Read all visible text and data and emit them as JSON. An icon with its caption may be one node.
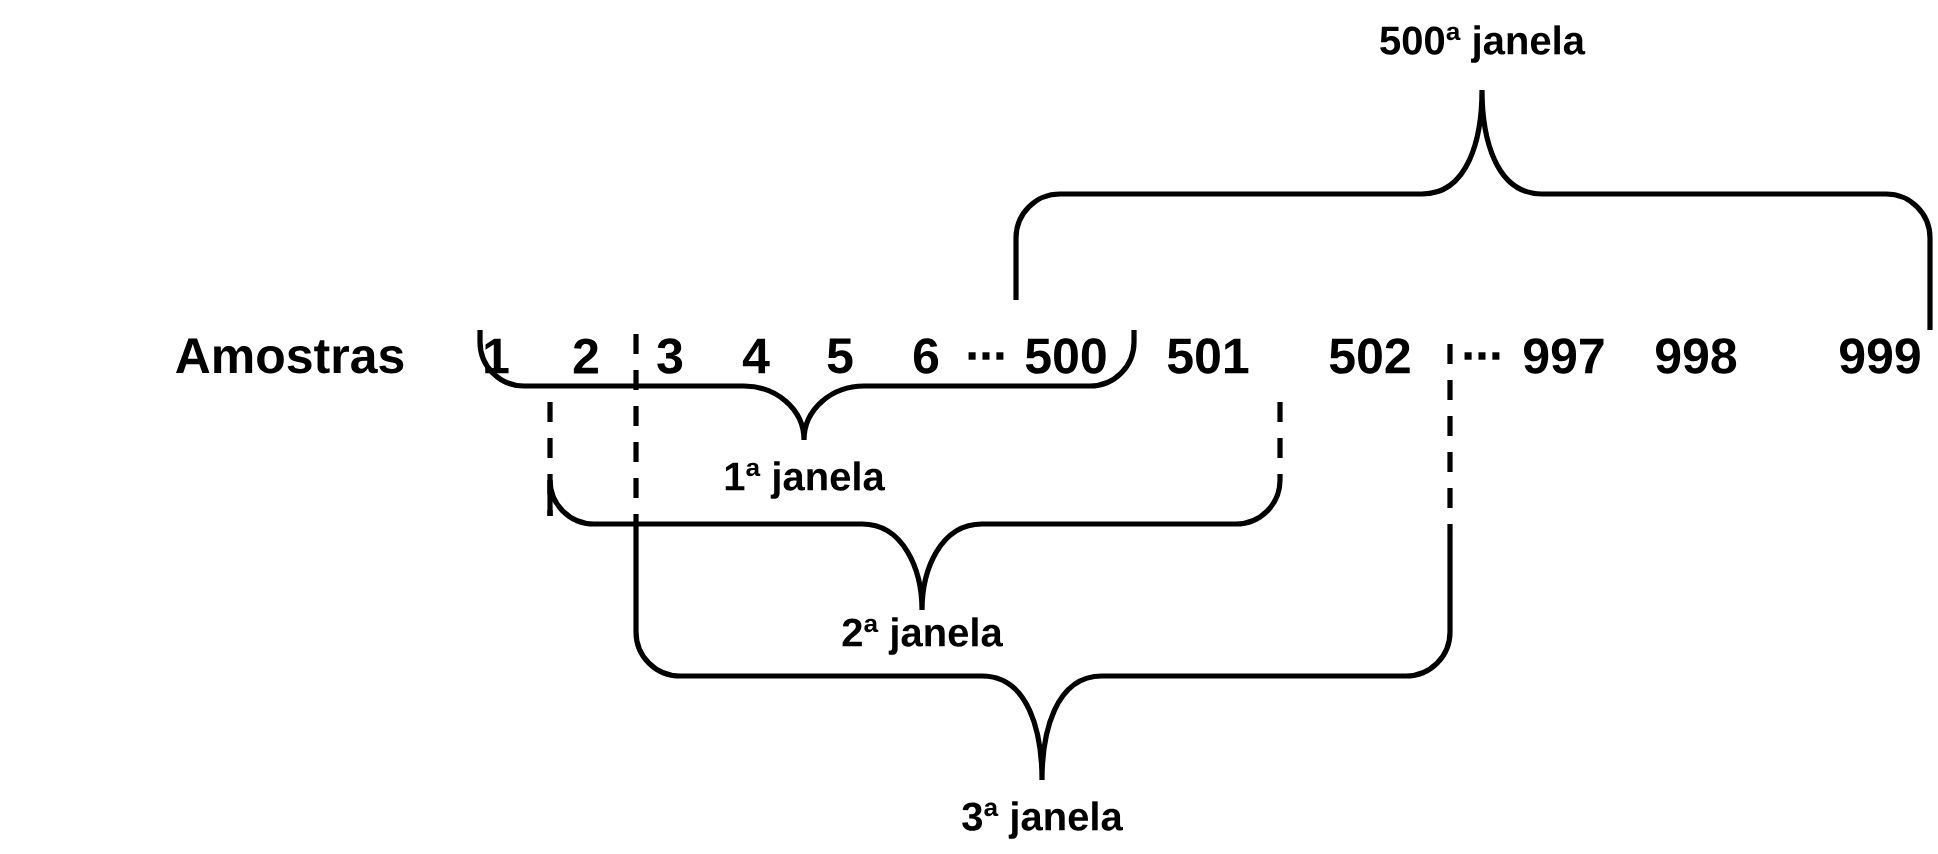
{
  "diagram": {
    "labels": [
      "500ª janela",
      "Amostras",
      "1",
      "2",
      "3",
      "4",
      "5",
      "6",
      "...",
      "500",
      "501",
      "502",
      "...",
      "997",
      "998",
      "999",
      "1ª janela",
      "2ª janela",
      "3ª janela"
    ]
  }
}
